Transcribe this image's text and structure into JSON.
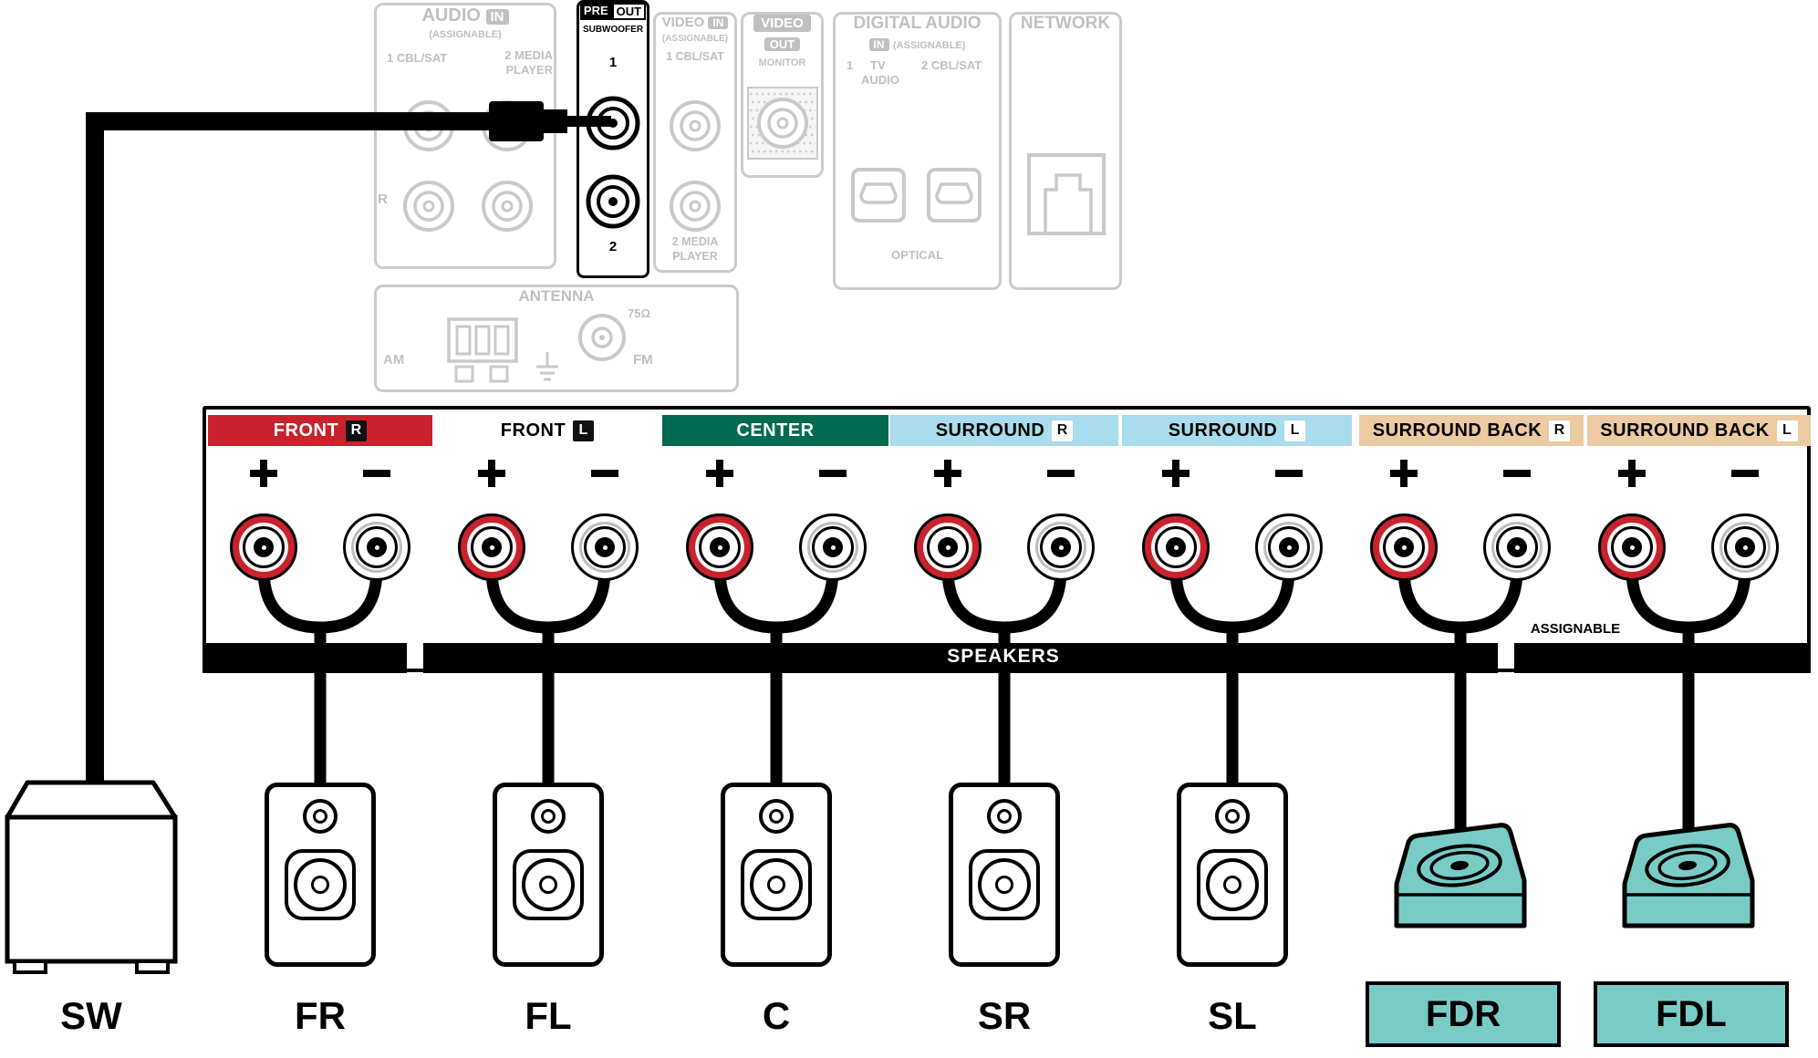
{
  "rear_panel": {
    "audio_in": {
      "title": "AUDIO",
      "in_badge": "IN",
      "assignable": "(ASSIGNABLE)",
      "jack_group_1": "1 CBL/SAT",
      "jack_group_2a": "2 MEDIA",
      "jack_group_2b": "PLAYER",
      "channel_r": "R"
    },
    "pre_out": {
      "pre": "PRE",
      "out": "OUT",
      "subwoofer": "SUBWOOFER",
      "jack_1": "1",
      "jack_2": "2"
    },
    "video_in": {
      "title": "VIDEO",
      "in_badge": "IN",
      "assignable": "(ASSIGNABLE)",
      "jack_1": "1 CBL/SAT",
      "jack_2a": "2 MEDIA",
      "jack_2b": "PLAYER"
    },
    "video_out": {
      "title": "VIDEO",
      "out": "OUT",
      "monitor": "MONITOR"
    },
    "digital_audio": {
      "title": "DIGITAL AUDIO",
      "in_badge": "IN",
      "assignable": "(ASSIGNABLE)",
      "jack_1a": "1",
      "jack_1b": "TV",
      "jack_1c": "AUDIO",
      "jack_2": "2 CBL/SAT",
      "optical": "OPTICAL"
    },
    "network": {
      "title": "NETWORK"
    },
    "antenna": {
      "title": "ANTENNA",
      "am": "AM",
      "ohm": "75Ω",
      "fm": "FM"
    }
  },
  "speaker_panel": {
    "bar_label": "SPEAKERS",
    "assignable": "ASSIGNABLE",
    "channels": [
      {
        "name": "FRONT",
        "badge": "R",
        "speaker": "FR"
      },
      {
        "name": "FRONT",
        "badge": "L",
        "speaker": "FL"
      },
      {
        "name": "CENTER",
        "badge": "",
        "speaker": "C"
      },
      {
        "name": "SURROUND",
        "badge": "R",
        "speaker": "SR"
      },
      {
        "name": "SURROUND",
        "badge": "L",
        "speaker": "SL"
      },
      {
        "name": "SURROUND BACK",
        "badge": "R",
        "speaker": "FDR"
      },
      {
        "name": "SURROUND BACK",
        "badge": "L",
        "speaker": "FDL"
      }
    ]
  },
  "bottom_labels": {
    "subwoofer": "SW"
  },
  "colors": {
    "front_label": "#c8232c",
    "center_label": "#016a50",
    "surround_label": "#a9dcec",
    "surround_back_label": "#eccaa2",
    "dolby_speaker": "#79ccc6",
    "inactive_gray": "#c0c0c0"
  }
}
